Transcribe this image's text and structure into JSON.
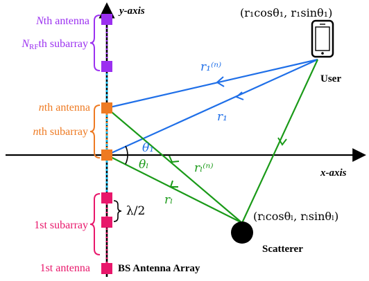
{
  "axes": {
    "y_label": "y-axis",
    "x_label": "x-axis"
  },
  "labels": {
    "nth_antenna_prefix": "N",
    "nth_antenna_rest": "th antenna",
    "nrf_main": "N",
    "nrf_sub": "RF",
    "nrf_rest": "th subarray",
    "n_antenna_prefix": "n",
    "n_antenna_rest": "th antenna",
    "n_subarray_prefix": "n",
    "n_subarray_rest": "th subarray",
    "first_subarray": "1st subarray",
    "first_antenna": "1st antenna",
    "bs_array": "BS Antenna Array",
    "lambda_half": "λ/2",
    "user": "User",
    "scatterer": "Scatterer",
    "user_coord": "(r₁cosθ₁, r₁sinθ₁)",
    "scatterer_coord": "(rₗcosθₗ, rₗsinθₗ)",
    "r1_n": "r₁⁽ⁿ⁾",
    "r1": "r₁",
    "rl_n": "rₗ⁽ⁿ⁾",
    "rl": "rₗ",
    "theta1": "θ₁",
    "thetal": "θₗ"
  },
  "colors": {
    "purple": "#9b30f0",
    "orange": "#ee7a22",
    "pink": "#e8176b",
    "blue": "#1f6fe8",
    "green": "#1a9a18",
    "cyan": "#18b8e8",
    "axis": "#000000"
  }
}
